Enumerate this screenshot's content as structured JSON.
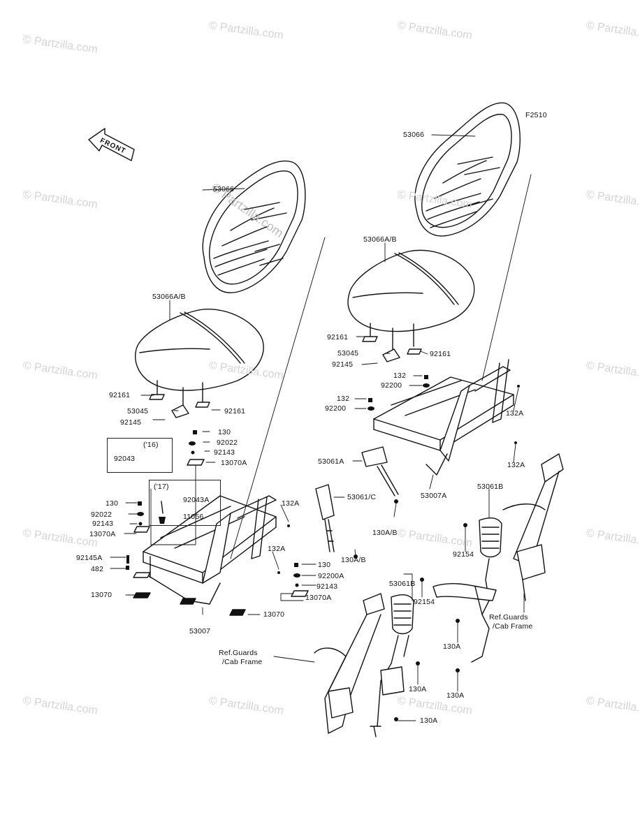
{
  "diagram_id": "F2510",
  "front_label": "FRONT",
  "watermark": "© Partzilla.com",
  "variant_boxes": {
    "y16": "('16)",
    "y17": "('17)"
  },
  "labels": {
    "p53066_r": "53066",
    "p53066_l": "53066",
    "p53066ab_l": "53066A/B",
    "p53066ab_r": "53066A/B",
    "p92161_l1": "92161",
    "p92161_l2": "92161",
    "p92161_r1": "92161",
    "p92161_r2": "92161",
    "p53045_l": "53045",
    "p53045_r": "53045",
    "p92145_l": "92145",
    "p92145_r": "92145",
    "p130_a": "130",
    "p130_b": "130",
    "p130_c": "130",
    "p92022_a": "92022",
    "p92022_b": "92022",
    "p92143_a": "92143",
    "p92143_b": "92143",
    "p92143_c": "92143",
    "p13070a_a": "13070A",
    "p13070a_b": "13070A",
    "p13070a_c": "13070A",
    "p92043": "92043",
    "p92043a": "92043A",
    "p11056": "11056",
    "p92145a": "92145A",
    "p482": "482",
    "p13070_a": "13070",
    "p13070_b": "13070",
    "p53007_l": "53007",
    "p53007a": "53007A",
    "p132a_l1": "132A",
    "p132a_l2": "132A",
    "p132a_r1": "132A",
    "p132a_r2": "132A",
    "p132_a": "132",
    "p132_b": "132",
    "p92200_a": "92200",
    "p92200_b": "92200",
    "p92200a": "92200A",
    "p53061a": "53061A",
    "p53061c": "53061/C",
    "p130ab_a": "130A/B",
    "p130ab_b": "130A/B",
    "p53061b_r": "53061B",
    "p53061b_c": "53061B",
    "p92154_a": "92154",
    "p92154_b": "92154",
    "p130a_1": "130A",
    "p130a_2": "130A",
    "p130a_3": "130A",
    "p130a_4": "130A",
    "ref_r_1": "Ref.Guards",
    "ref_r_2": "/Cab Frame",
    "ref_l_1": "Ref.Guards",
    "ref_l_2": "/Cab Frame"
  }
}
